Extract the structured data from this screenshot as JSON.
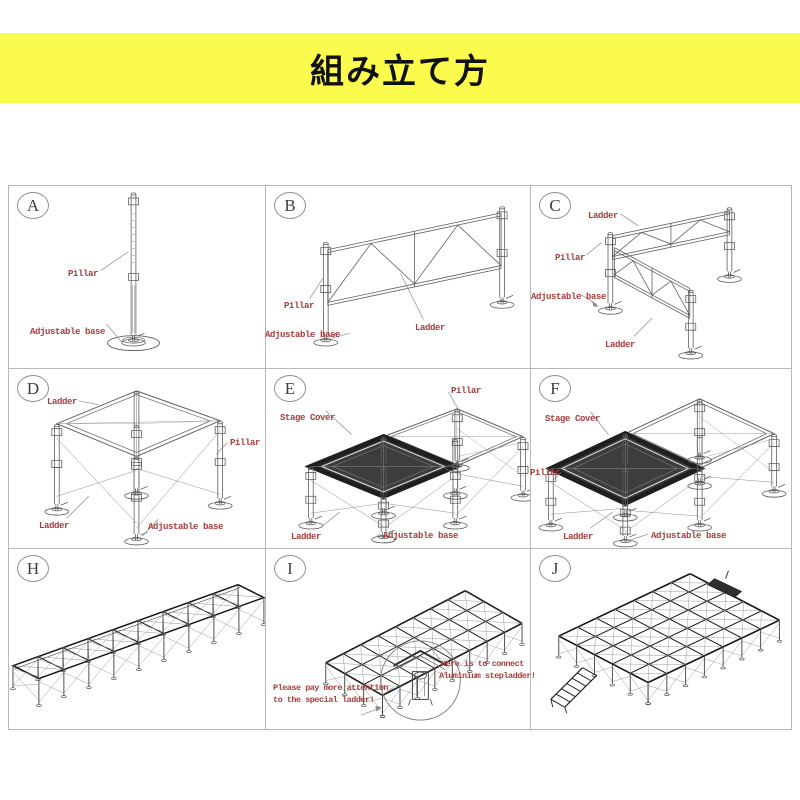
{
  "header": {
    "title": "組み立て方"
  },
  "colors": {
    "header_yellow": "#FBFB4D",
    "label_red": "#AC3C3C",
    "grid_border": "#B8B8B8"
  },
  "panels": [
    {
      "letter": "A",
      "labels": [
        "Pillar",
        "Adjustable base"
      ]
    },
    {
      "letter": "B",
      "labels": [
        "Pillar",
        "Adjustable base",
        "Ladder"
      ]
    },
    {
      "letter": "C",
      "labels": [
        "Ladder",
        "Pillar",
        "Adjustable base",
        "Ladder"
      ]
    },
    {
      "letter": "D",
      "labels": [
        "Ladder",
        "Pillar",
        "Ladder",
        "Adjustable base"
      ]
    },
    {
      "letter": "E",
      "labels": [
        "Pillar",
        "Stage Cover",
        "Ladder",
        "Adjustable base"
      ]
    },
    {
      "letter": "F",
      "labels": [
        "Stage Cover",
        "Pillar",
        "Ladder",
        "Adjustable base"
      ]
    },
    {
      "letter": "H",
      "labels": []
    },
    {
      "letter": "I",
      "labels": [],
      "notes": {
        "attention_line1": "Please pay more attention",
        "attention_line2": "to the special ladder!",
        "connect_line1": "Here is to connect",
        "connect_line2": "Aluminium stepladder!"
      }
    },
    {
      "letter": "J",
      "labels": []
    }
  ]
}
